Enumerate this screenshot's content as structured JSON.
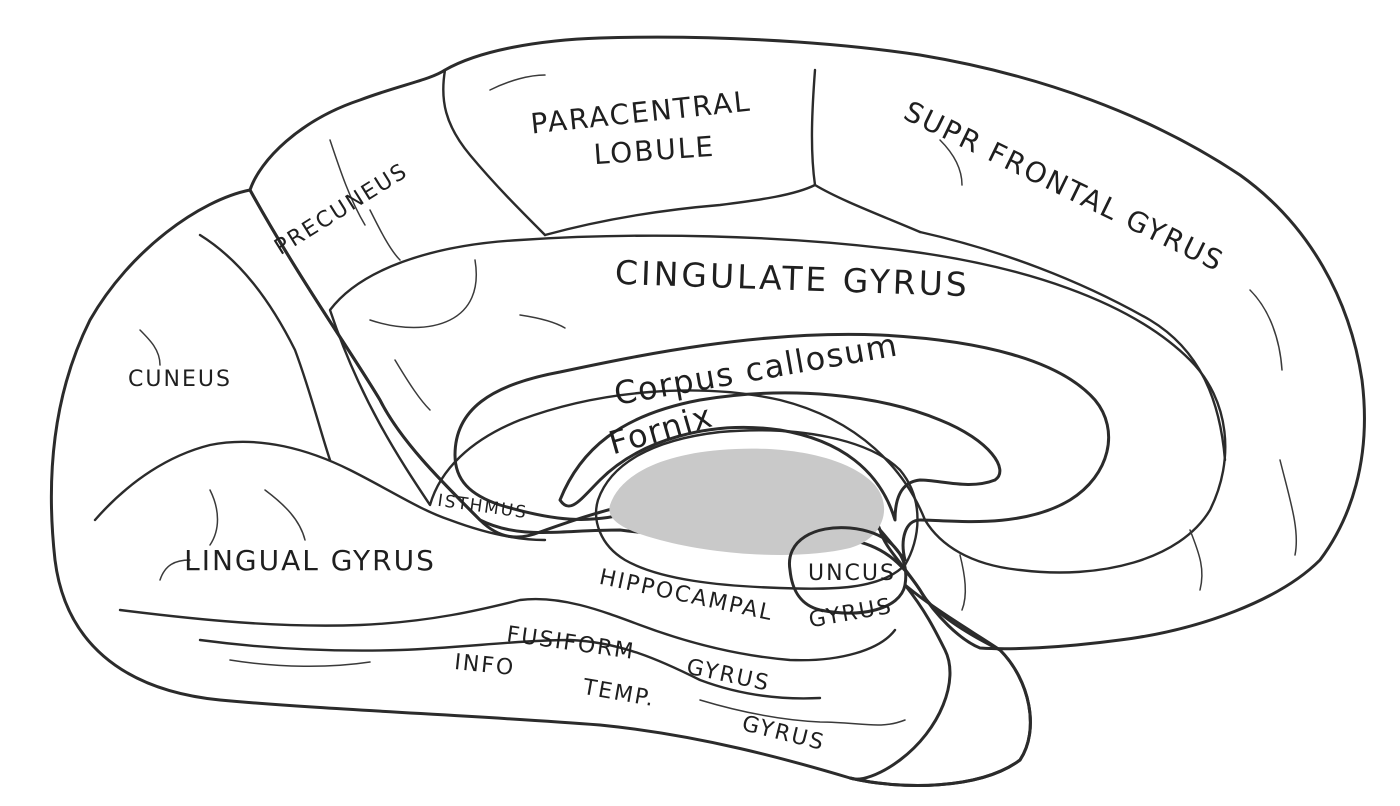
{
  "colors": {
    "blue_lobe": "#cfe3f2",
    "yellow_lobe": "#f7f0b3",
    "pink_lobe": "#f5c4c8",
    "callosum": "#f6efdf",
    "ventricle": "#dcdcdc",
    "outline": "#2b2b2b"
  },
  "labels": {
    "paracentral_1": "PARACENTRAL",
    "paracentral_2": "LOBULE",
    "supr_frontal": "SUPR FRONTAL GYRUS",
    "precuneus": "PRECUNEUS",
    "cingulate": "CINGULATE GYRUS",
    "corpus_callosum": "Corpus callosum",
    "fornix": "Fornix",
    "cuneus": "CUNEUS",
    "isthmus": "ISTHMUS",
    "lingual": "LINGUAL GYRUS",
    "uncus": "UNCUS",
    "hippocampal": "HIPPOCAMPAL",
    "hippocampal_gyrus": "GYRUS",
    "fusiform": "FUSIFORM",
    "fusiform_gyrus": "GYRUS",
    "info": "INFO",
    "temp": "TEMP.",
    "temp_gyrus": "GYRUS"
  }
}
